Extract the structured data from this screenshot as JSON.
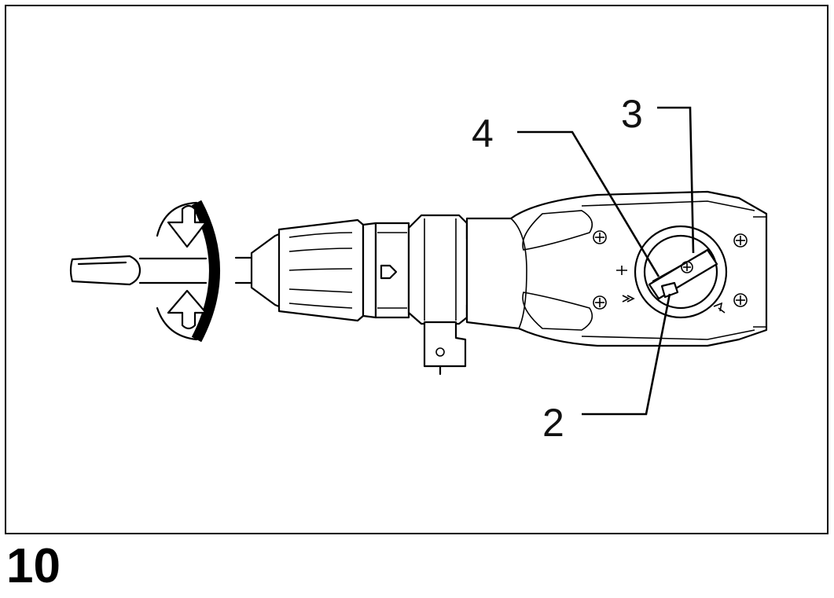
{
  "figure": {
    "number": "10",
    "callouts": [
      {
        "id": "4",
        "label": "4"
      },
      {
        "id": "3",
        "label": "3"
      },
      {
        "id": "2",
        "label": "2"
      }
    ],
    "symbols": {
      "screw_mark": "⊕",
      "chuck_arrow": "⇧"
    }
  }
}
